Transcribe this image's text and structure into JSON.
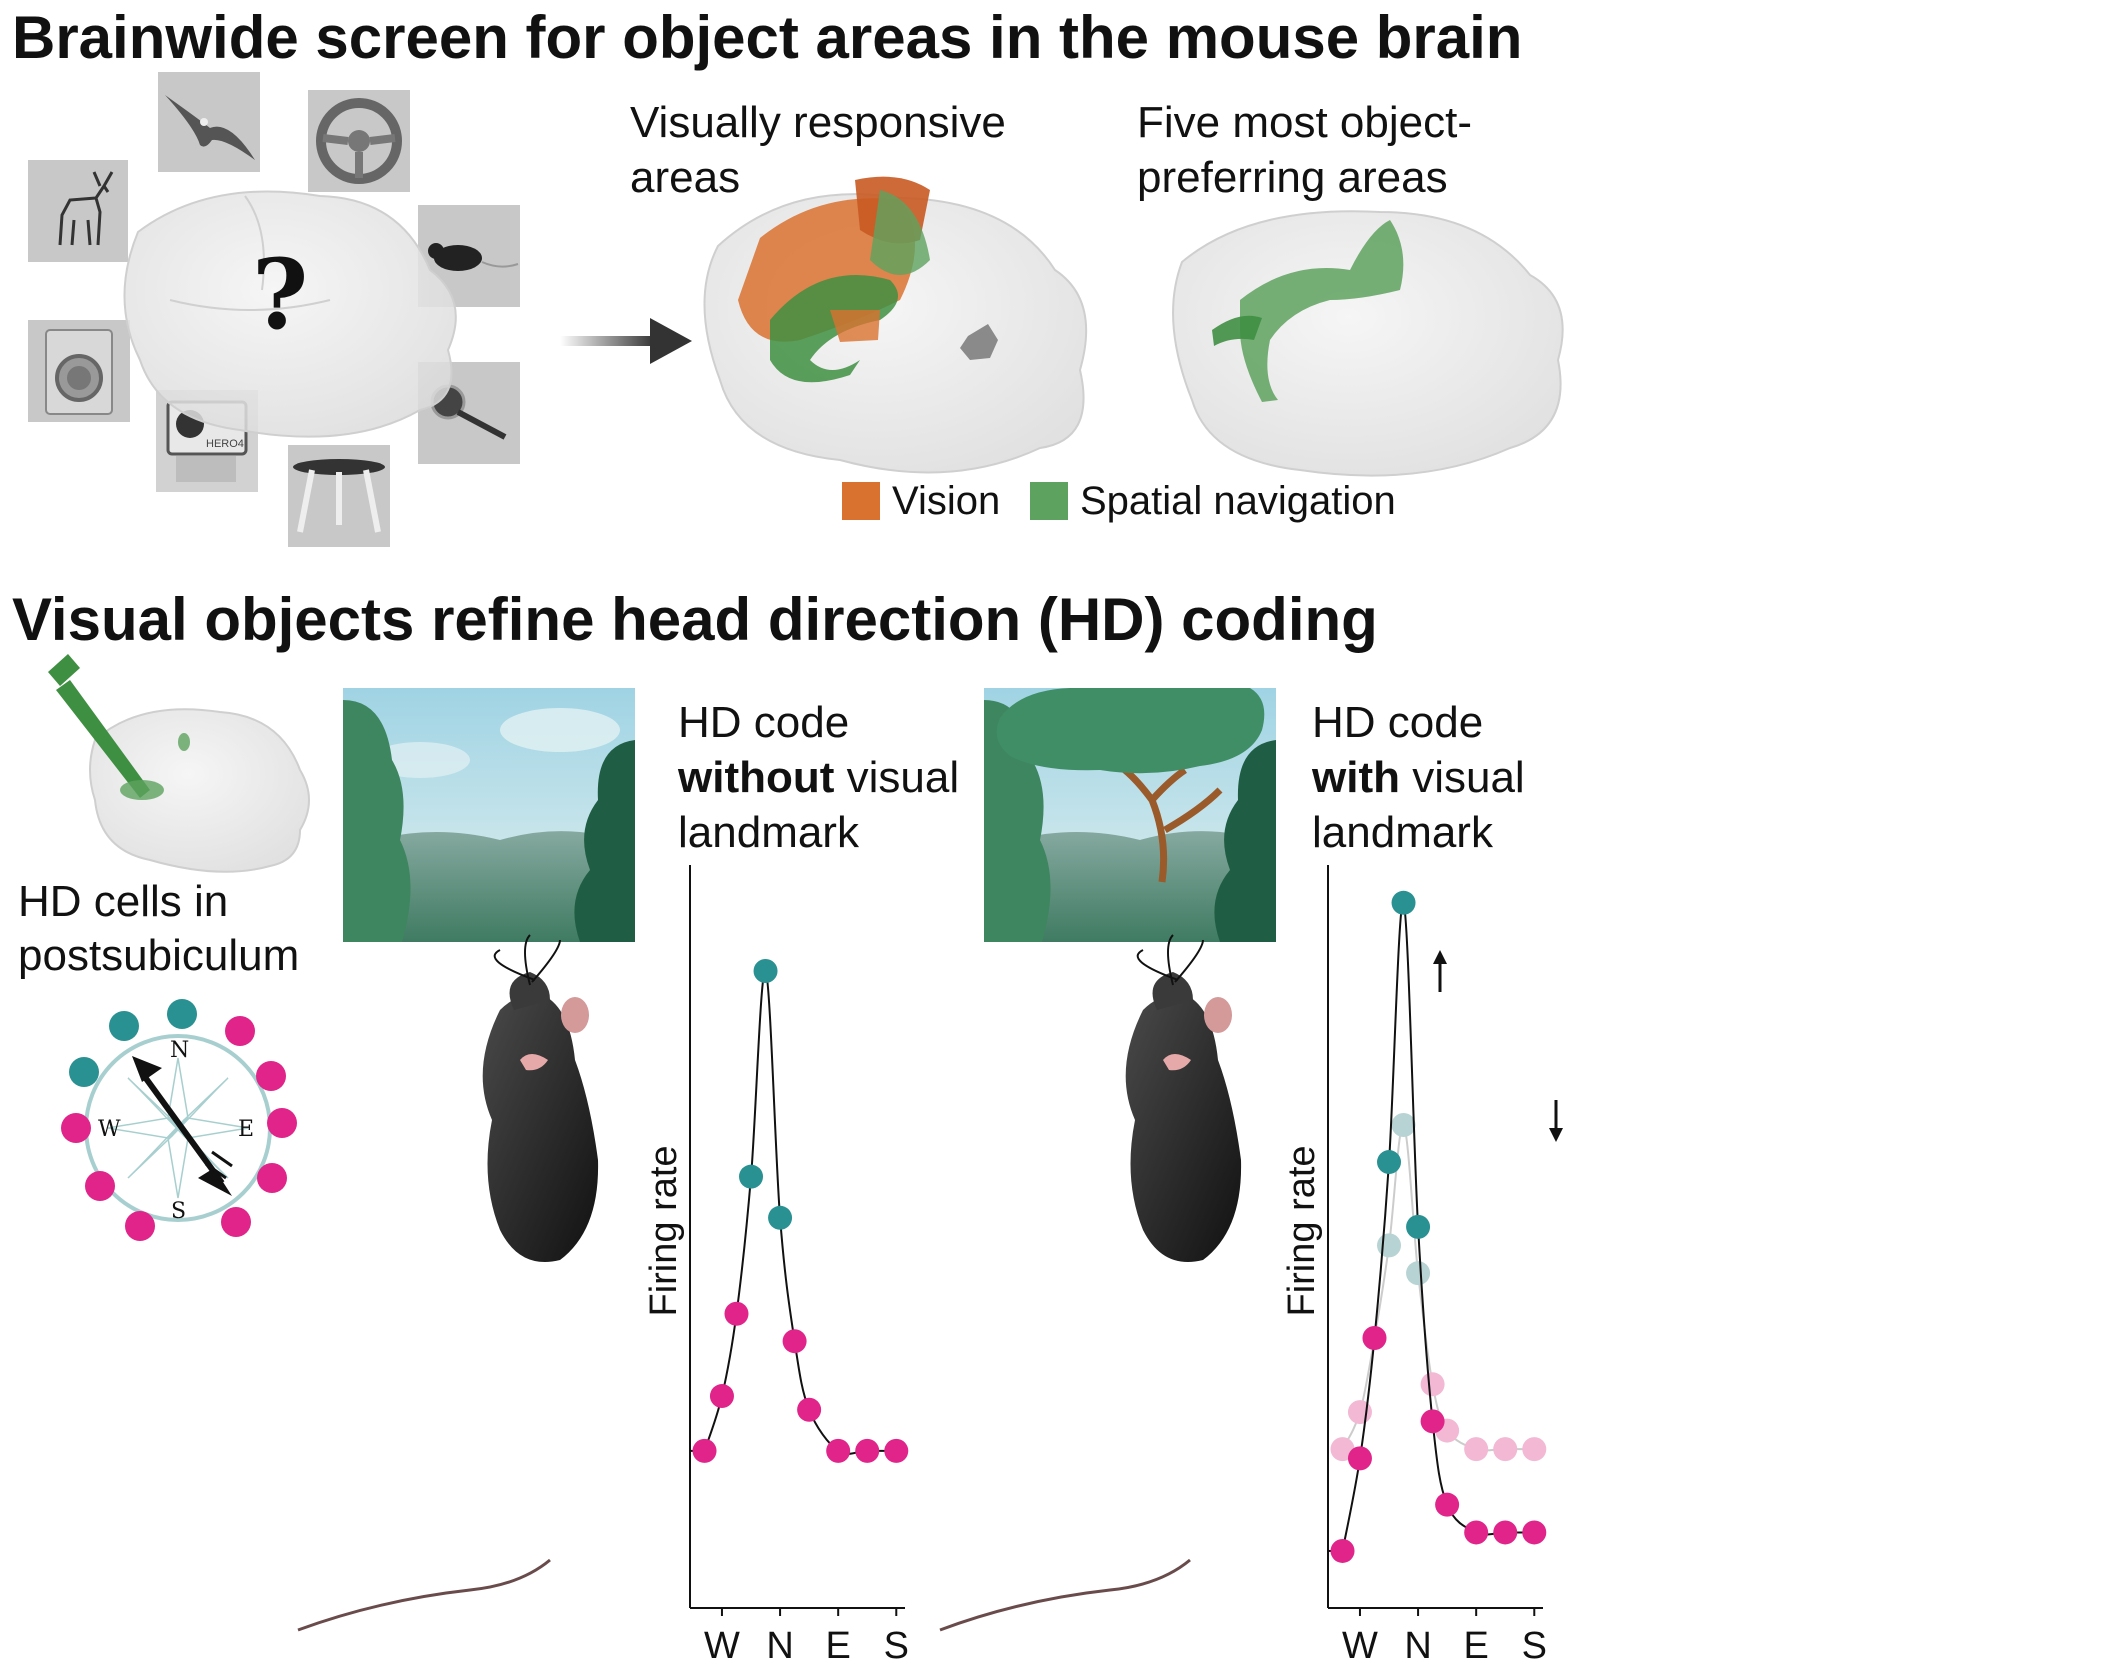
{
  "top": {
    "heading": "Brainwide screen for object areas in the mouse brain",
    "question_mark": "?",
    "stimuli": [
      "deer-image",
      "eagle-image",
      "steering-wheel-image",
      "mouse-image",
      "washing-machine-image",
      "action-camera-image",
      "table-image",
      "pan-image"
    ],
    "camera_label": "HERO4",
    "visual_areas_label": [
      "Visually responsive",
      "areas"
    ],
    "object_areas_label": [
      "Five most object-",
      "preferring areas"
    ],
    "legend": [
      {
        "label": "Vision",
        "color": "#d9722f"
      },
      {
        "label": "Spatial navigation",
        "color": "#5ea25f"
      }
    ]
  },
  "bottom": {
    "heading": "Visual objects refine head direction (HD) coding",
    "hd_cells_label": [
      "HD cells in",
      "postsubiculum"
    ],
    "compass": {
      "N": "N",
      "E": "E",
      "S": "S",
      "W": "W"
    },
    "without_label": {
      "line1": "HD code",
      "bold": "without",
      "rest": " visual",
      "line3": "landmark"
    },
    "with_label": {
      "line1": "HD code",
      "bold": "with",
      "rest": " visual",
      "line3": "landmark"
    },
    "colors": {
      "teal": "#2a9192",
      "magenta": "#e0248a",
      "teal_light": "#b8d3d3",
      "magenta_light": "#f2b8d4"
    }
  },
  "chart_data": [
    {
      "type": "line",
      "title": "HD code without visual landmark",
      "ylabel": "Firing rate",
      "x_ticks": [
        "W",
        "N",
        "E",
        "S"
      ],
      "x": [
        -1.3,
        -1,
        -0.75,
        -0.5,
        -0.25,
        0,
        0.25,
        0.5,
        1,
        1.5,
        2
      ],
      "series": [
        {
          "values": [
            1.0,
            1.4,
            2.0,
            3.0,
            4.5,
            2.7,
            1.8,
            1.3,
            1.0,
            1.0,
            1.0
          ]
        }
      ]
    },
    {
      "type": "line",
      "title": "HD code with visual landmark",
      "ylabel": "Firing rate",
      "x_ticks": [
        "W",
        "N",
        "E",
        "S"
      ],
      "x": [
        -1.3,
        -1,
        -0.75,
        -0.5,
        -0.25,
        0,
        0.25,
        0.5,
        1,
        1.5,
        2
      ],
      "series": [
        {
          "values": [
            0.4,
            1.4,
            2.7,
            4.6,
            7.4,
            3.9,
            1.8,
            0.9,
            0.6,
            0.6,
            0.6
          ]
        },
        {
          "values": [
            1.5,
            1.9,
            2.7,
            3.7,
            5.0,
            3.4,
            2.2,
            1.7,
            1.5,
            1.5,
            1.5
          ]
        }
      ]
    }
  ]
}
